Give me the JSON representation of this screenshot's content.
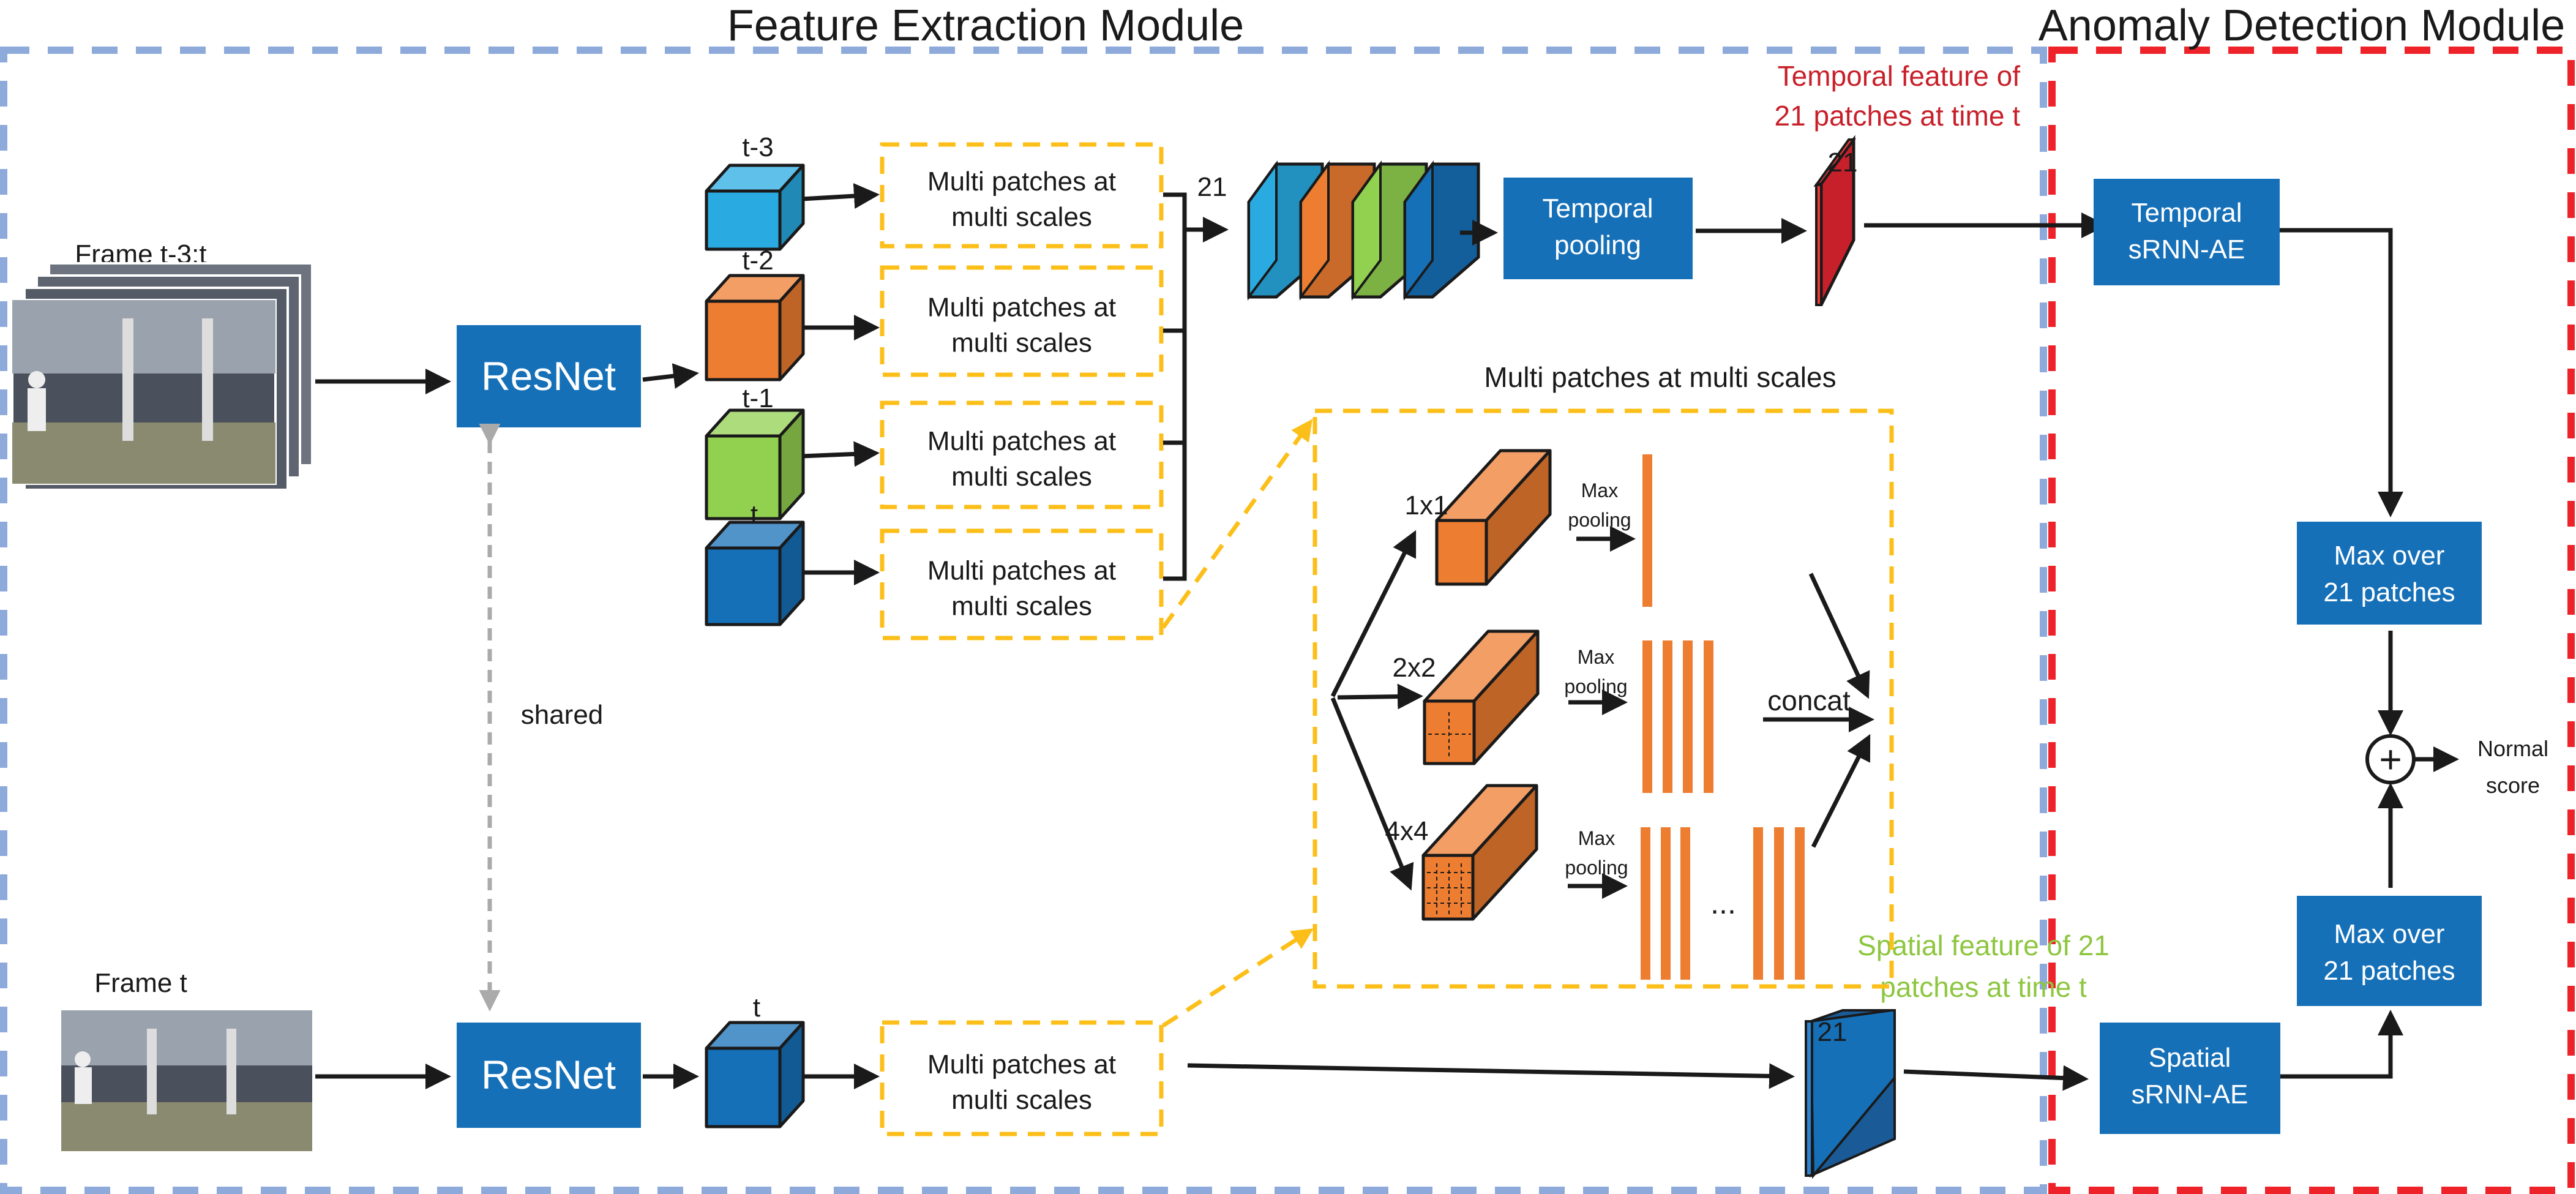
{
  "titles": {
    "feature_module": "Feature Extraction Module",
    "anomaly_module": "Anomaly Detection Module"
  },
  "inputs": {
    "frames_seq_label": "Frame t-3:t",
    "frame_t_label": "Frame t",
    "shared_label": "shared"
  },
  "resnet": {
    "top": "ResNet",
    "bottom": "ResNet"
  },
  "cubes": {
    "t3": "t-3",
    "t2": "t-2",
    "t1": "t-1",
    "t": "t",
    "t_bottom": "t"
  },
  "patch_boxes": {
    "line1": "Multi patches at",
    "line2": "multi scales"
  },
  "stack_label": "21",
  "temporal_pooling": {
    "line1": "Temporal",
    "line2": "pooling"
  },
  "temporal_feature": {
    "line1": "Temporal feature of",
    "line2": "21 patches at time t",
    "count": "21",
    "color": "#c8202a"
  },
  "spatial_feature": {
    "line1": "Spatial feature of 21",
    "line2": "patches at time t",
    "count": "21",
    "color": "#8dc63f"
  },
  "detail": {
    "title": "Multi patches at multi scales",
    "scale_1": "1x1",
    "scale_2": "2x2",
    "scale_4": "4x4",
    "max_line1": "Max",
    "max_line2": "pooling",
    "ellipsis": "...",
    "concat": "concat"
  },
  "anomaly": {
    "temporal_ae": {
      "line1": "Temporal",
      "line2": "sRNN-AE"
    },
    "spatial_ae": {
      "line1": "Spatial",
      "line2": "sRNN-AE"
    },
    "max_top": {
      "line1": "Max over",
      "line2": "21 patches"
    },
    "max_bottom": {
      "line1": "Max over",
      "line2": "21 patches"
    },
    "plus": "+",
    "output": {
      "line1": "Normal",
      "line2": "score"
    }
  },
  "colors": {
    "box_blue": "#1670b8",
    "feature_border": "#8eaadb",
    "anomaly_border": "#ee2229",
    "patch_border": "#fcbf1a",
    "cube_t3": "#29abe2",
    "cube_t2": "#ed7d31",
    "cube_t1": "#92d050",
    "cube_t": "#1670b8"
  }
}
